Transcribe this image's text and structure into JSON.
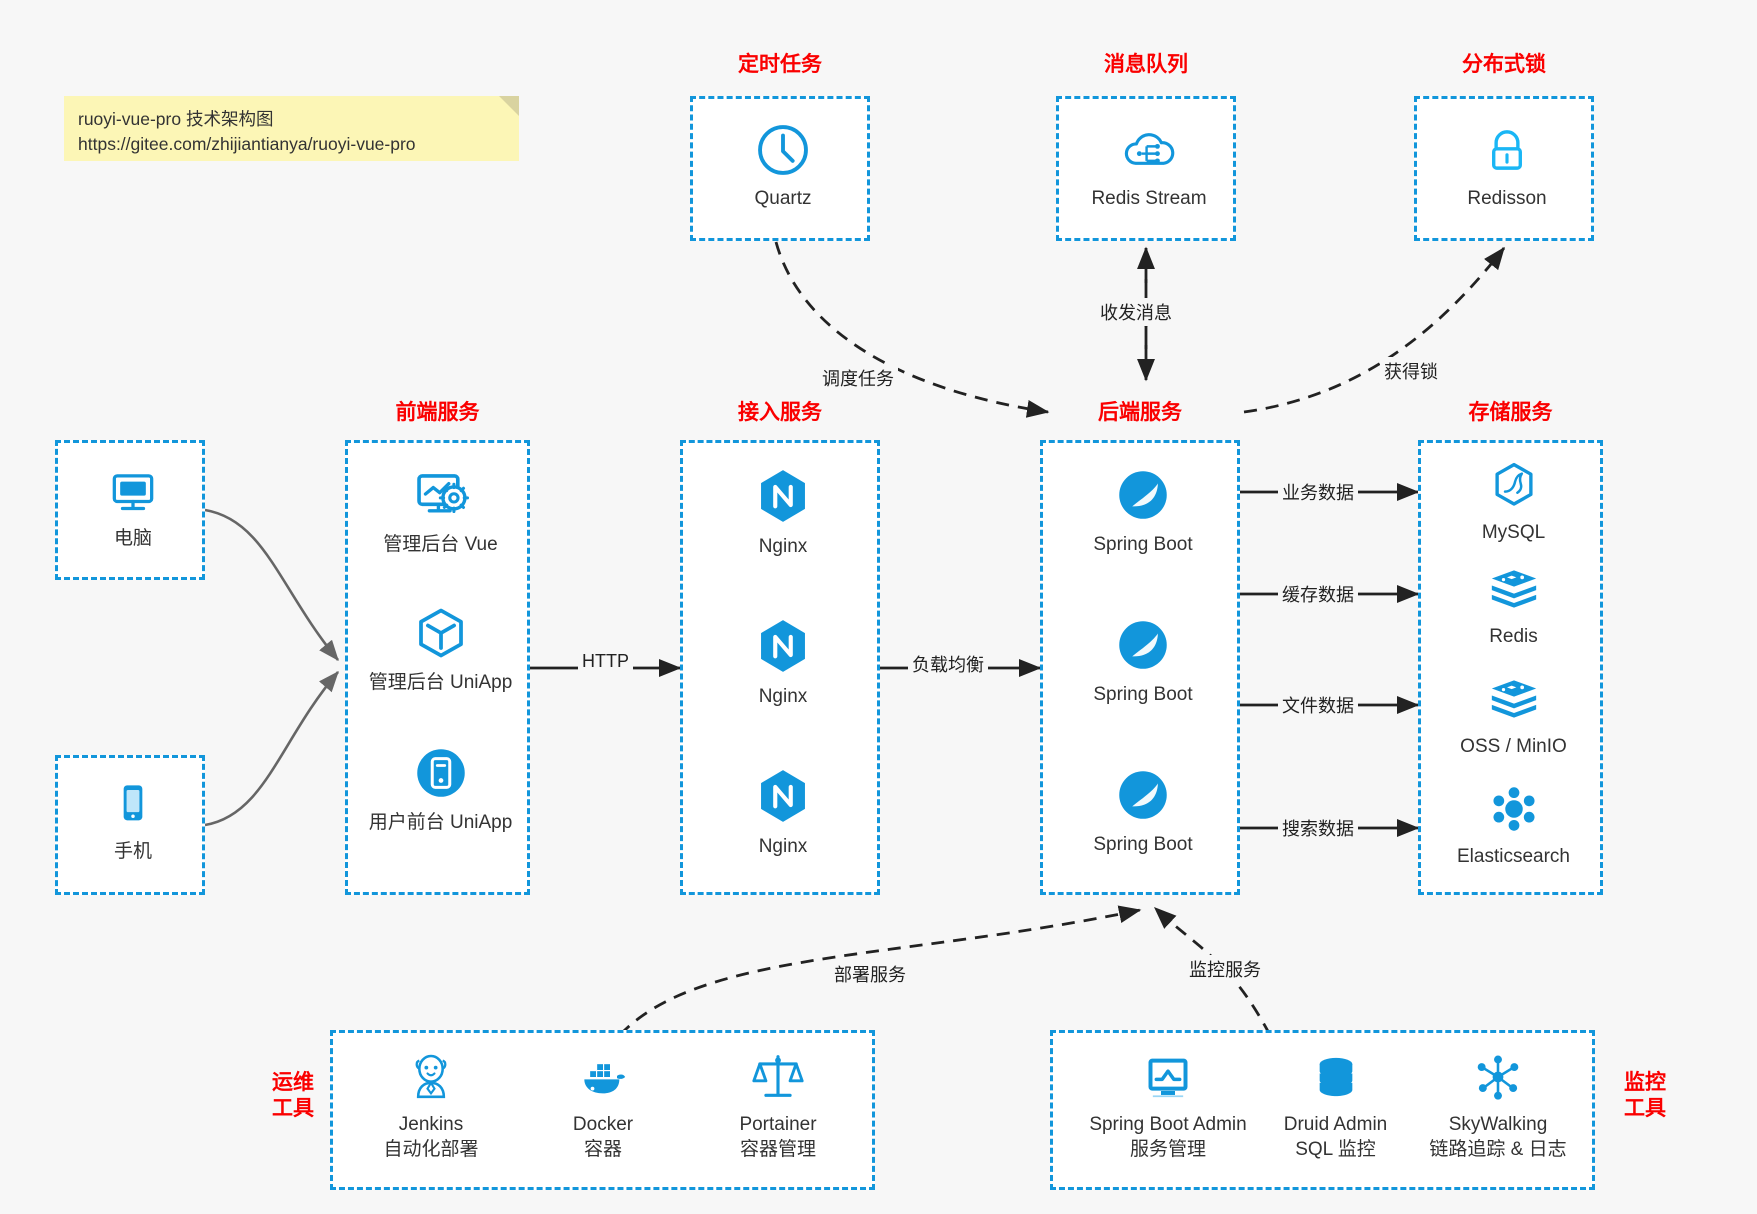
{
  "note": {
    "line1": "ruoyi-vue-pro 技术架构图",
    "line2": "https://gitee.com/zhijiantianya/ruoyi-vue-pro"
  },
  "colors": {
    "accent": "#1296db",
    "title": "#fa0000",
    "text": "#333333",
    "background": "#f7f7f7",
    "note_background": "#fcf6b6",
    "arrow": "#222222",
    "client_arrow": "#666666"
  },
  "groups": {
    "scheduled_task": {
      "title": "定时任务",
      "nodes": [
        {
          "label": "Quartz",
          "icon": "clock-icon"
        }
      ]
    },
    "message_queue": {
      "title": "消息队列",
      "nodes": [
        {
          "label": "Redis Stream",
          "icon": "cloud-stream-icon"
        }
      ]
    },
    "distributed_lock": {
      "title": "分布式锁",
      "nodes": [
        {
          "label": "Redisson",
          "icon": "lock-icon"
        }
      ]
    },
    "clients": {
      "nodes": [
        {
          "label": "电脑",
          "icon": "desktop-icon"
        },
        {
          "label": "手机",
          "icon": "mobile-icon"
        }
      ]
    },
    "frontend": {
      "title": "前端服务",
      "nodes": [
        {
          "label": "管理后台 Vue",
          "icon": "dashboard-gear-icon"
        },
        {
          "label": "管理后台 UniApp",
          "icon": "cube-icon"
        },
        {
          "label": "用户前台 UniApp",
          "icon": "phone-circle-icon"
        }
      ]
    },
    "gateway": {
      "title": "接入服务",
      "nodes": [
        {
          "label": "Nginx",
          "icon": "nginx-icon"
        },
        {
          "label": "Nginx",
          "icon": "nginx-icon"
        },
        {
          "label": "Nginx",
          "icon": "nginx-icon"
        }
      ]
    },
    "backend": {
      "title": "后端服务",
      "nodes": [
        {
          "label": "Spring Boot",
          "icon": "spring-boot-icon"
        },
        {
          "label": "Spring Boot",
          "icon": "spring-boot-icon"
        },
        {
          "label": "Spring Boot",
          "icon": "spring-boot-icon"
        }
      ]
    },
    "storage": {
      "title": "存储服务",
      "nodes": [
        {
          "label": "MySQL",
          "icon": "mysql-icon"
        },
        {
          "label": "Redis",
          "icon": "redis-icon"
        },
        {
          "label": "OSS / MinIO",
          "icon": "oss-minio-icon"
        },
        {
          "label": "Elasticsearch",
          "icon": "elasticsearch-icon"
        }
      ]
    },
    "devops": {
      "title_line1": "运维",
      "title_line2": "工具",
      "nodes": [
        {
          "label": "Jenkins",
          "sublabel": "自动化部署",
          "icon": "jenkins-icon"
        },
        {
          "label": "Docker",
          "sublabel": "容器",
          "icon": "docker-icon"
        },
        {
          "label": "Portainer",
          "sublabel": "容器管理",
          "icon": "portainer-icon"
        }
      ]
    },
    "monitoring": {
      "title_line1": "监控",
      "title_line2": "工具",
      "nodes": [
        {
          "label": "Spring Boot Admin",
          "sublabel": "服务管理",
          "icon": "monitor-chart-icon"
        },
        {
          "label": "Druid Admin",
          "sublabel": "SQL 监控",
          "icon": "database-icon"
        },
        {
          "label": "SkyWalking",
          "sublabel": "链路追踪 & 日志",
          "icon": "skywalking-icon"
        }
      ]
    }
  },
  "edges": [
    {
      "label": "调度任务"
    },
    {
      "label": "收发消息"
    },
    {
      "label": "获得锁"
    },
    {
      "label": "HTTP"
    },
    {
      "label": "负载均衡"
    },
    {
      "label": "业务数据"
    },
    {
      "label": "缓存数据"
    },
    {
      "label": "文件数据"
    },
    {
      "label": "搜索数据"
    },
    {
      "label": "部署服务"
    },
    {
      "label": "监控服务"
    }
  ]
}
